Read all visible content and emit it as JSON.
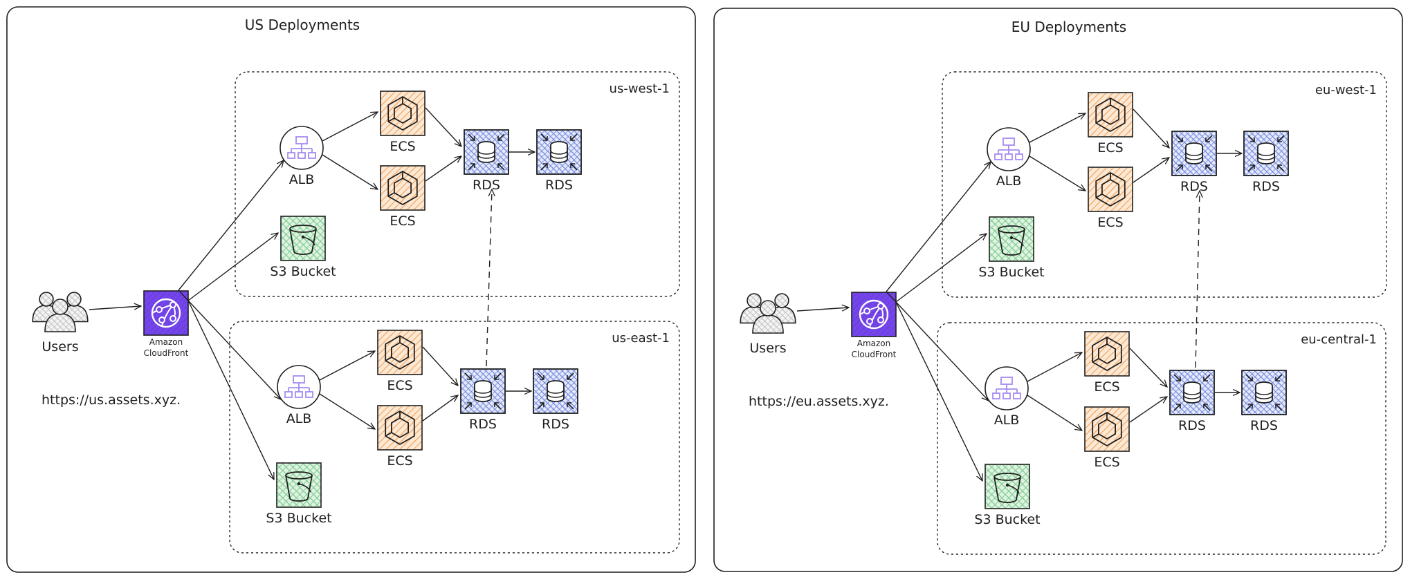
{
  "colors": {
    "ecs": "#f0a15a",
    "rds": "#7a8fe0",
    "s3": "#7fcf8a",
    "cloudfront": "#7042e8",
    "alb": "#a58bf0",
    "users": "#c8c8c8",
    "stroke": "#1e1e1e"
  },
  "panels": [
    {
      "title": "US Deployments",
      "users_label": "Users",
      "cloudfront_label": [
        "Amazon",
        "CloudFront"
      ],
      "url": "https://us.assets.xyz.",
      "regions": [
        {
          "name": "us-west-1",
          "alb": "ALB",
          "ecs": [
            "ECS",
            "ECS"
          ],
          "rds_primary": "RDS",
          "rds_replica": "RDS",
          "bucket": "S3 Bucket"
        },
        {
          "name": "us-east-1",
          "alb": "ALB",
          "ecs": [
            "ECS",
            "ECS"
          ],
          "rds_primary": "RDS",
          "rds_replica": "RDS",
          "bucket": "S3 Bucket"
        }
      ]
    },
    {
      "title": "EU Deployments",
      "users_label": "Users",
      "cloudfront_label": [
        "Amazon",
        "CloudFront"
      ],
      "url": "https://eu.assets.xyz.",
      "regions": [
        {
          "name": "eu-west-1",
          "alb": "ALB",
          "ecs": [
            "ECS",
            "ECS"
          ],
          "rds_primary": "RDS",
          "rds_replica": "RDS",
          "bucket": "S3 Bucket"
        },
        {
          "name": "eu-central-1",
          "alb": "ALB",
          "ecs": [
            "ECS",
            "ECS"
          ],
          "rds_primary": "RDS",
          "rds_replica": "RDS",
          "bucket": "S3 Bucket"
        }
      ]
    }
  ]
}
